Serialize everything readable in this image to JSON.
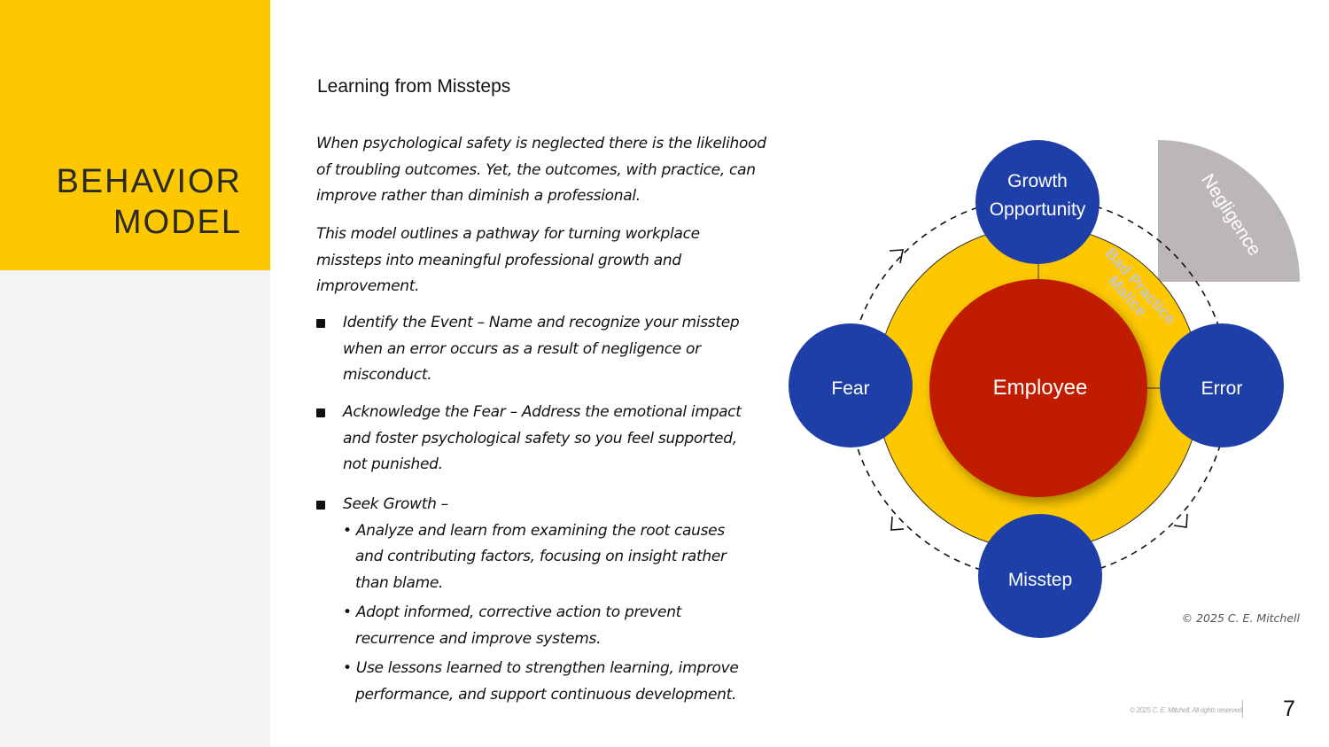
{
  "section_title": [
    "BEHAVIOR",
    "MODEL"
  ],
  "heading": "Learning from Missteps",
  "paragraphs": [
    "When psychological safety is neglected there is the likelihood of troubling outcomes. Yet, the outcomes, with practice, can improve rather than diminish a professional.",
    "This model outlines a pathway for turning workplace missteps into meaningful professional growth and improvement."
  ],
  "bullets": [
    {
      "text": "Identify the Event – Name and recognize your misstep when an error occurs as a result of negligence or misconduct."
    },
    {
      "text": "Acknowledge the Fear – Address the emotional impact and foster psychological safety so you feel supported, not punished."
    },
    {
      "text": "Seek Growth –",
      "subitems": [
        "• Analyze and learn from examining the root causes and contributing factors, focusing on insight rather than blame.",
        "• Adopt informed, corrective action to prevent recurrence and improve systems.",
        "• Use lessons learned to strengthen learning, improve performance, and support continuous development."
      ]
    }
  ],
  "diagram": {
    "center": "Employee",
    "nodes": {
      "top": [
        "Growth",
        "Opportunity"
      ],
      "left": "Fear",
      "right": "Error",
      "bottom": "Misstep"
    },
    "negligence": "Negligence",
    "bad_practice": "Bad Practice",
    "malice": "Malice",
    "colors": {
      "node": "#1f3fa8",
      "center": "#c01a00",
      "ring": "#fdc800",
      "negligence": "#bab7b6",
      "accent": "#fdc800"
    }
  },
  "copyright": "© 2025 C. E. Mitchell",
  "footer": "© 2025 C. E. Mitchell. All rights reserved",
  "page_number": "7"
}
